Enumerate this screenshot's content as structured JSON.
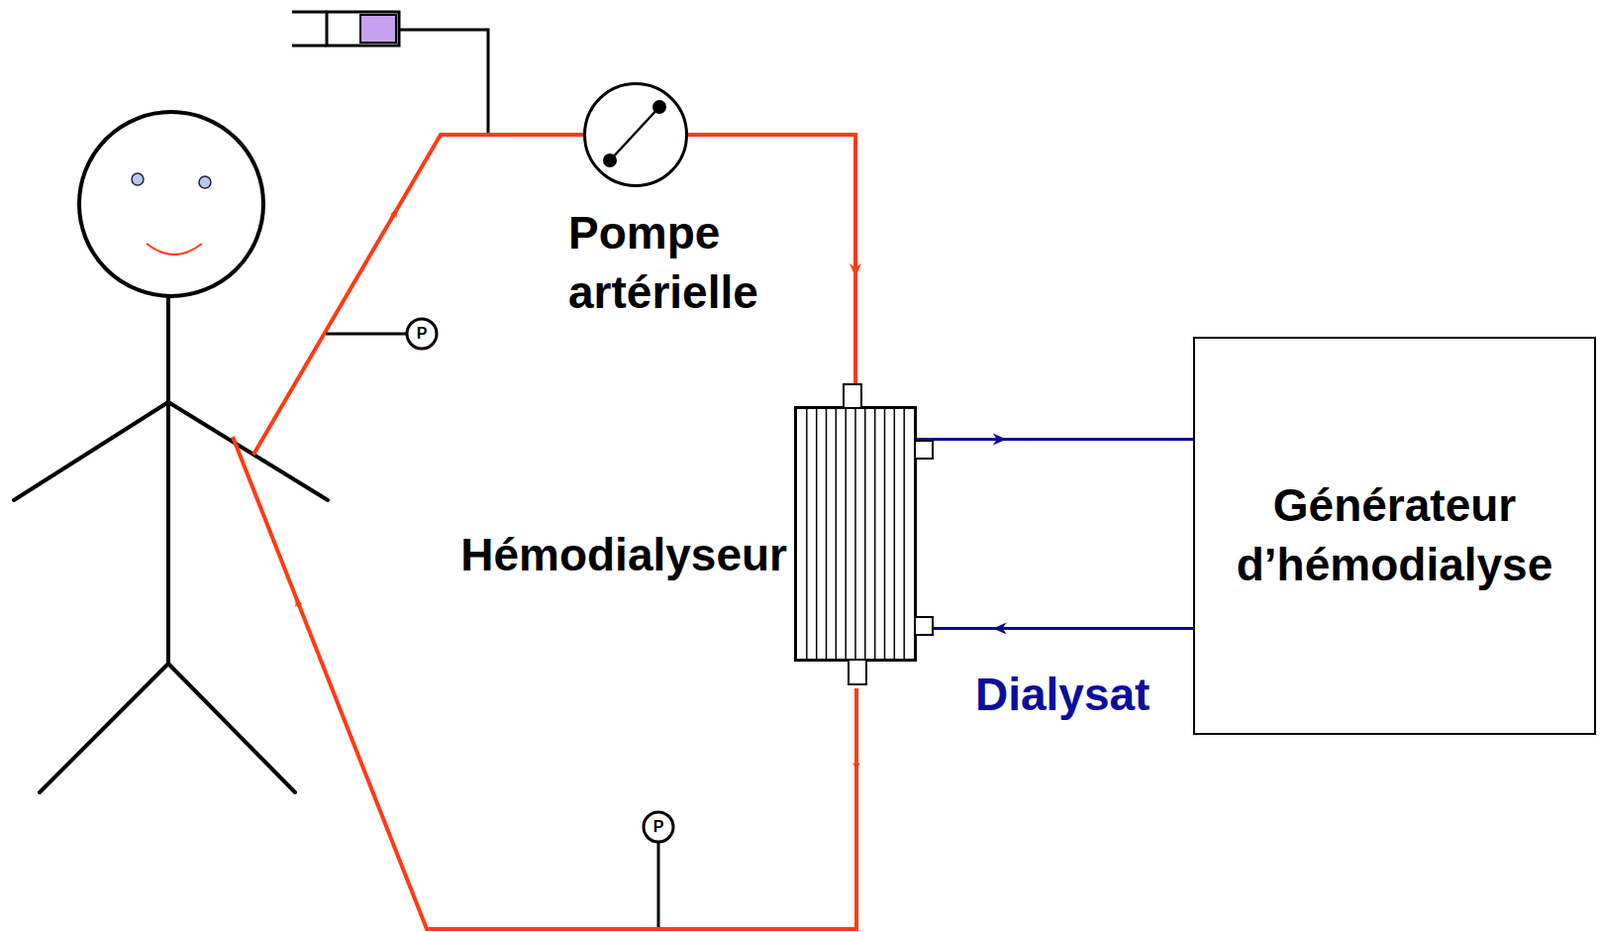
{
  "diagram": {
    "nodes": [
      {
        "text": [
          "Pompe artérielle"
        ]
      },
      {
        "text": [
          "Hémodialyseur"
        ]
      },
      {
        "text": [
          "Générateur d’hémodialyse"
        ]
      }
    ],
    "edges": [
      {
        "from": 0,
        "to": 1,
        "arrow": "to"
      },
      {
        "from": 1,
        "to": 2,
        "arrow": "to"
      },
      {
        "from": 2,
        "to": 1,
        "arrow": "to"
      }
    ],
    "labels": [
      "P",
      "P",
      "Dialysat"
    ]
  }
}
